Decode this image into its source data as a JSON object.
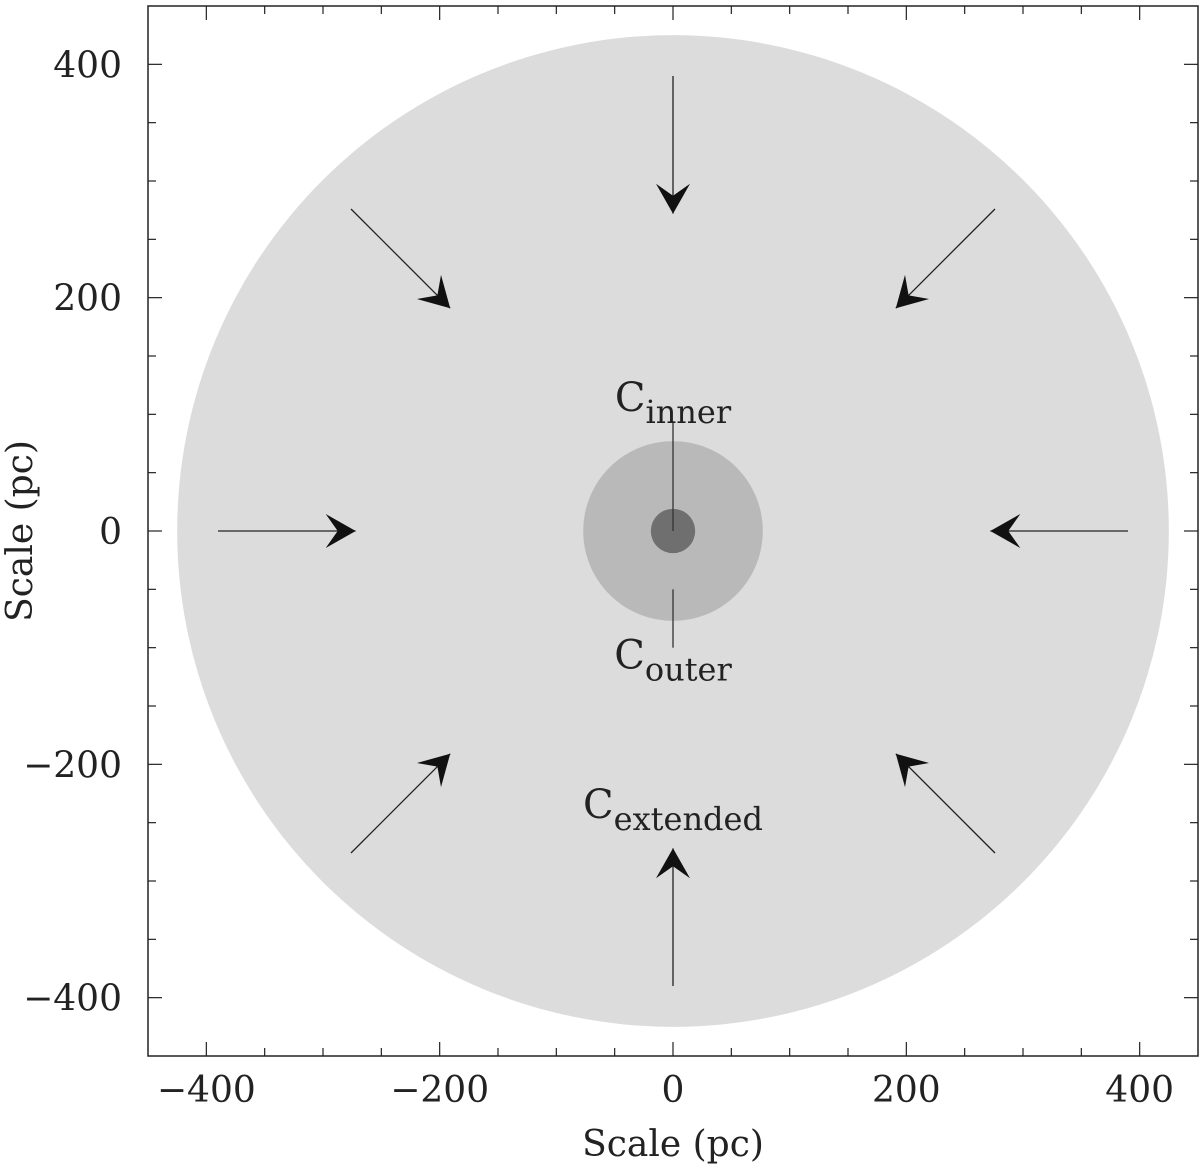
{
  "chart_data": {
    "type": "diagram",
    "xlabel": "Scale (pc)",
    "ylabel": "Scale (pc)",
    "xlim": [
      -450,
      450
    ],
    "ylim": [
      -450,
      450
    ],
    "xticks": [
      -400,
      -200,
      0,
      200,
      400
    ],
    "yticks": [
      -400,
      -200,
      0,
      200,
      400
    ],
    "xtick_labels": [
      "−400",
      "−200",
      "0",
      "200",
      "400"
    ],
    "ytick_labels": [
      "−400",
      "−200",
      "0",
      "200",
      "400"
    ],
    "minor_tick_step": 50,
    "regions": [
      {
        "name": "extended",
        "radius_pc": 425,
        "color": "#dcdcdc",
        "label_main": "C",
        "label_sub": "extended"
      },
      {
        "name": "outer",
        "radius_pc": 77,
        "color": "#b9b9b9",
        "label_main": "C",
        "label_sub": "outer"
      },
      {
        "name": "inner",
        "radius_pc": 19,
        "color": "#6f6f6f",
        "label_main": "C",
        "label_sub": "inner"
      }
    ],
    "labels": [
      {
        "region": "inner",
        "x": 0,
        "y": 103
      },
      {
        "region": "outer",
        "x": 0,
        "y": -118
      },
      {
        "region": "extended",
        "x": 0,
        "y": -246
      }
    ],
    "pointer_lines": [
      {
        "region": "inner",
        "from": [
          0,
          94
        ],
        "to": [
          0,
          0
        ]
      },
      {
        "region": "outer",
        "from": [
          0,
          -50
        ],
        "to": [
          0,
          -100
        ]
      }
    ],
    "inflow_arrows": [
      {
        "from": [
          0,
          390
        ],
        "to": [
          0,
          272
        ]
      },
      {
        "from": [
          276,
          276
        ],
        "to": [
          191,
          191
        ]
      },
      {
        "from": [
          390,
          0
        ],
        "to": [
          272,
          0
        ]
      },
      {
        "from": [
          276,
          -276
        ],
        "to": [
          191,
          -191
        ]
      },
      {
        "from": [
          0,
          -390
        ],
        "to": [
          0,
          -272
        ]
      },
      {
        "from": [
          -276,
          -276
        ],
        "to": [
          -191,
          -191
        ]
      },
      {
        "from": [
          -390,
          0
        ],
        "to": [
          -272,
          0
        ]
      },
      {
        "from": [
          -276,
          276
        ],
        "to": [
          -191,
          191
        ]
      }
    ]
  }
}
